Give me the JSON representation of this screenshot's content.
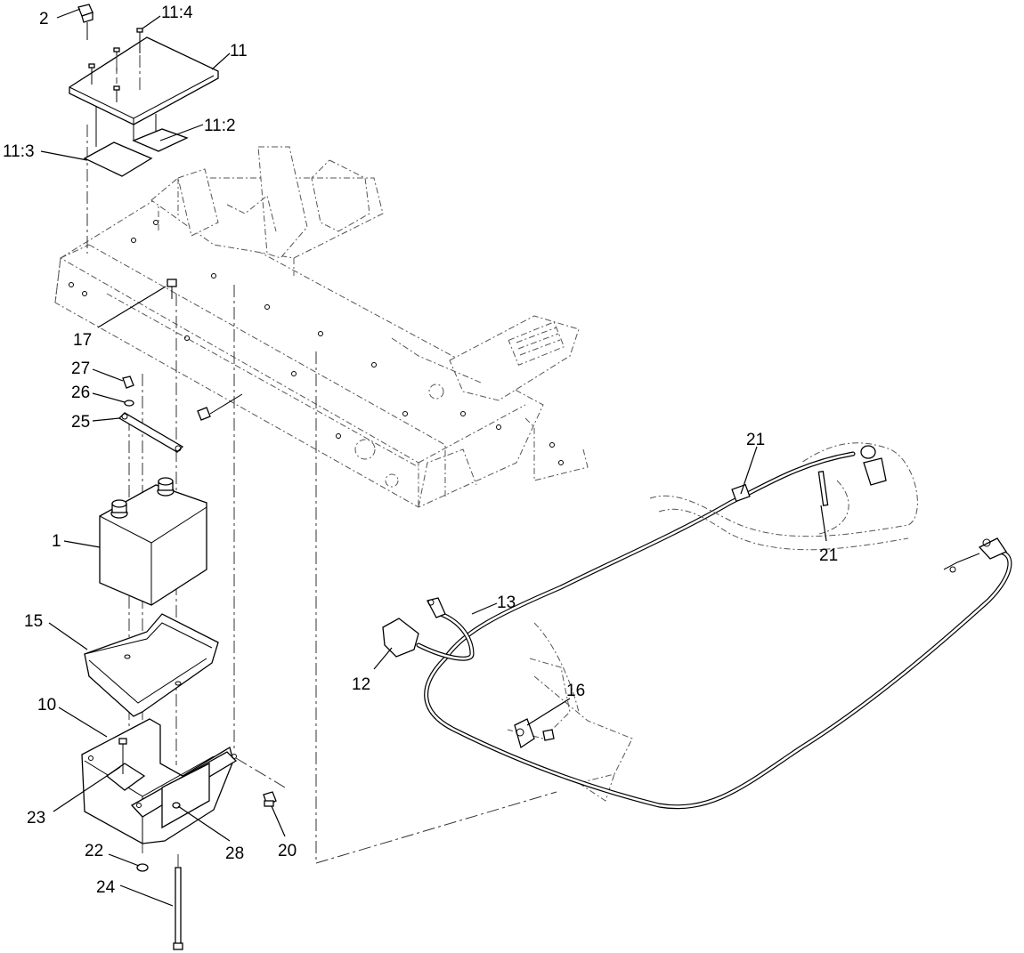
{
  "callouts": {
    "c1": "1",
    "c2": "2",
    "c10": "10",
    "c11": "11",
    "c11_2": "11:2",
    "c11_3": "11:3",
    "c11_4": "11:4",
    "c12": "12",
    "c13": "13",
    "c15": "15",
    "c16": "16",
    "c17": "17",
    "c20": "20",
    "c21a": "21",
    "c21b": "21",
    "c22": "22",
    "c23": "23",
    "c24": "24",
    "c25": "25",
    "c26": "26",
    "c27": "27",
    "c28": "28"
  }
}
